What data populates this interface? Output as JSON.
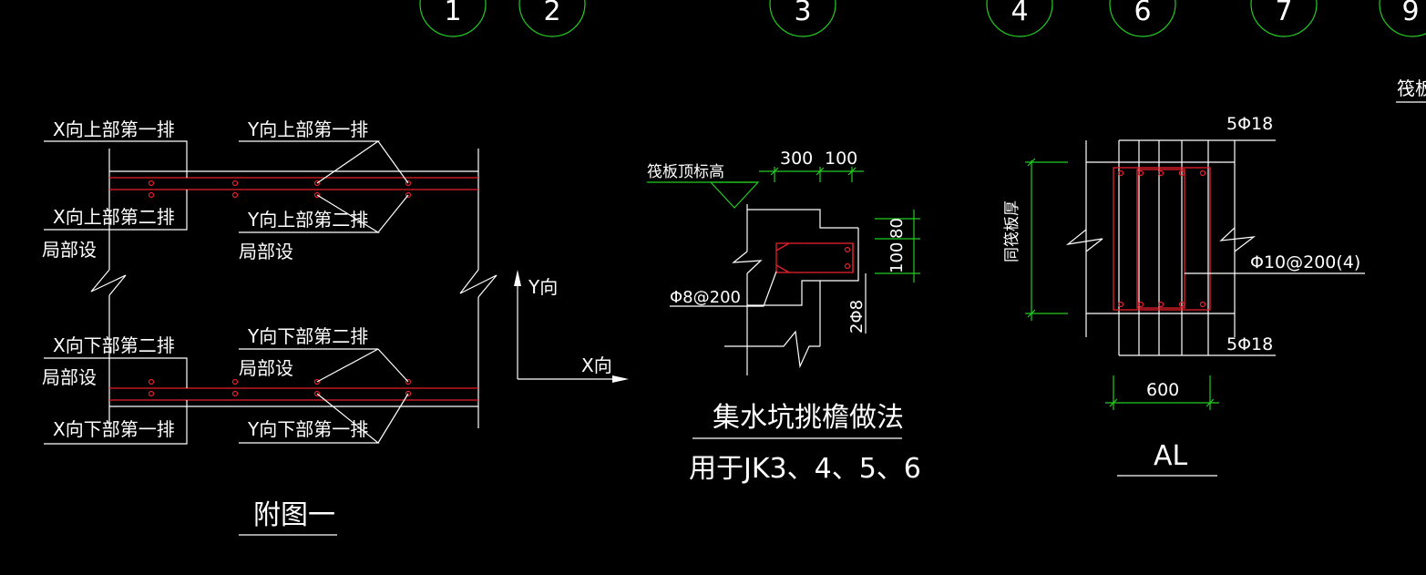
{
  "grid_bubbles": [
    "1",
    "2",
    "3",
    "4",
    "6",
    "7",
    "9"
  ],
  "corner_label": "筏板",
  "fig1": {
    "labels": {
      "x_top_1": "X向上部第一排",
      "y_top_1": "Y向上部第一排",
      "x_top_2": "X向上部第二排",
      "y_top_2": "Y向上部第二排",
      "local_1": "局部设",
      "local_2": "局部设",
      "x_bot_2": "X向下部第二排",
      "y_bot_2": "Y向下部第二排",
      "local_3": "局部设",
      "local_4": "局部设",
      "x_bot_1": "X向下部第一排",
      "y_bot_1": "Y向下部第一排"
    },
    "axis_y": "Y向",
    "axis_x": "X向",
    "title": "附图一"
  },
  "fig2": {
    "elev_label": "筏板顶标高",
    "dim_300": "300",
    "dim_100": "100",
    "dim_80": "80",
    "dim_100v": "100",
    "rebar_stirrup": "Φ8@200",
    "rebar_long": "2Φ8",
    "title": "集水坑挑檐做法",
    "subtitle": "用于JK3、4、5、6"
  },
  "fig3": {
    "top_bars": "5Φ18",
    "bottom_bars": "5Φ18",
    "stirrup": "Φ10@200(4)",
    "thickness_label": "同筏板厚",
    "width": "600",
    "title": "AL"
  }
}
